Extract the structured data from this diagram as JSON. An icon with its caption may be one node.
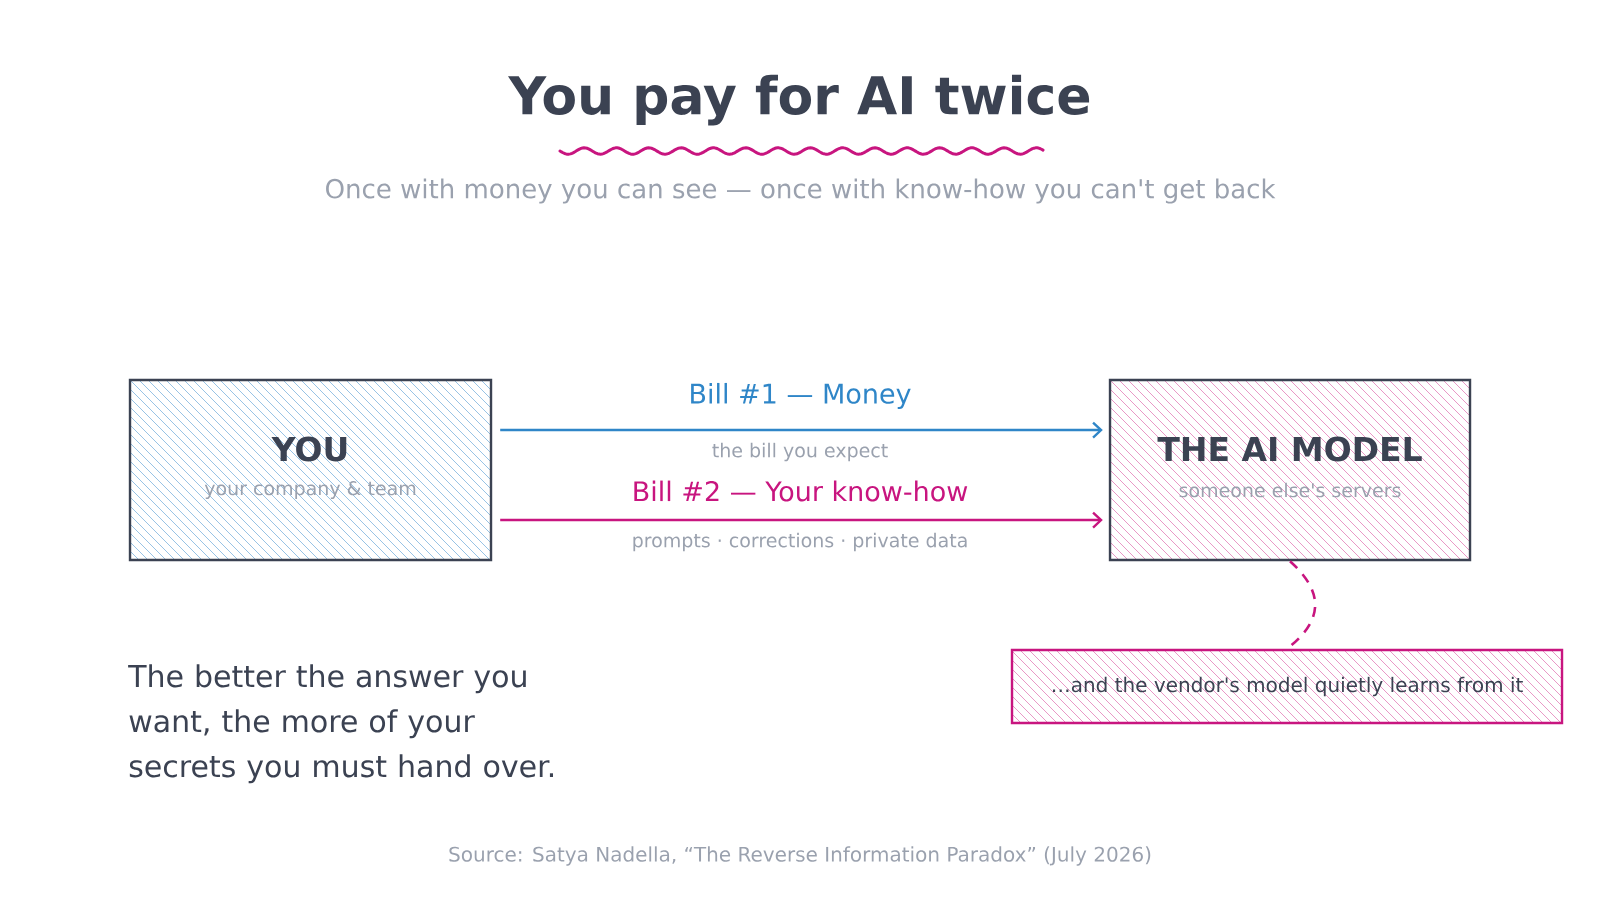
{
  "diagram": {
    "title": "You pay for AI twice",
    "caption": "Source: Satya Nadella, “The Reverse Information Paradox” (July 2026)",
    "nodes": [
      {
        "text": [
          "YOU",
          "your company & team"
        ]
      },
      {
        "text": [
          "THE AI MODEL",
          "someone else's servers"
        ]
      },
      {
        "text": [
          "…and the vendor's model quietly learns from it"
        ]
      }
    ],
    "edges": [
      {
        "from": 0,
        "to": 1,
        "arrow": "to",
        "label": "Bill #1 — Money",
        "color": "#2f86c8"
      },
      {
        "from": 0,
        "to": 1,
        "arrow": "to",
        "label": "Bill #2 — Your know-how",
        "color": "#c8157f"
      },
      {
        "from": 1,
        "to": 2,
        "arrow": "none",
        "style": "dashed",
        "color": "#c8157f"
      }
    ],
    "labels": [
      "Once with money you can see — once with know-how you can't get back",
      "the bill you expect",
      "prompts · corrections · private data",
      "The better the answer you want, the more of your secrets you must hand over."
    ]
  }
}
